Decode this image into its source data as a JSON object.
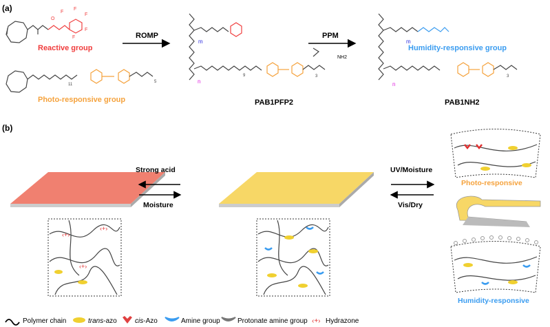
{
  "colors": {
    "reactive": "#f03c3c",
    "photo": "#f5a23c",
    "humidity": "#3a9cf0",
    "acid_film": "#f08070",
    "base_film": "#f7d766"
  },
  "panel_a": {
    "label": "(a)",
    "reactive_group": "Reactive group",
    "photo_group": "Photo-responsive group",
    "humidity_group": "Humidity-responsive  group",
    "romp": "ROMP",
    "ppm": "PPM",
    "reagent_nh2": "NH2",
    "polymer1": "PAB1PFP2",
    "polymer2": "PAB1NH2",
    "m": "m",
    "n": "n",
    "sub11": "11",
    "sub9": "9",
    "sub5": "5",
    "sub3": "3",
    "atom_f": "F",
    "atom_o": "O",
    "atom_n": "N",
    "atom_h": "H"
  },
  "panel_b": {
    "label": "(b)",
    "strong_acid": "Strong acid",
    "moisture": "Moisture",
    "uv_moisture": "UV/Moisture",
    "vis_dry": "Vis/Dry",
    "photo_responsive": "Photo-responsive",
    "humidity_responsive": "Humidity-responsive"
  },
  "legend": [
    {
      "icon": "polymer-chain-icon",
      "label": "Polymer chain"
    },
    {
      "icon": "trans-azo-icon",
      "label_italic": "trans",
      "label": "-azo"
    },
    {
      "icon": "cis-azo-icon",
      "label_italic": "cis",
      "label": "-Azo"
    },
    {
      "icon": "amine-group-icon",
      "label": "Amine group"
    },
    {
      "icon": "protonated-amine-icon",
      "label": "Protonate amine group"
    },
    {
      "icon": "hydrazone-icon",
      "label": "Hydrazone"
    }
  ]
}
